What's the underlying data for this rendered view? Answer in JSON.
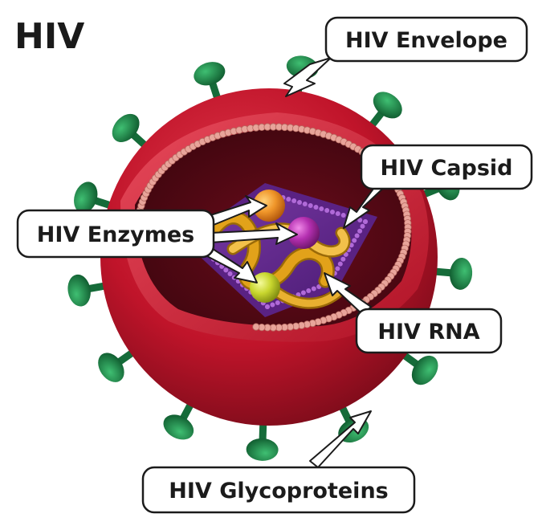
{
  "title": "HIV",
  "labels": {
    "envelope": "HIV Envelope",
    "capsid": "HIV Capsid",
    "enzymes": "HIV Enzymes",
    "rna": "HIV RNA",
    "glycoproteins": "HIV Glycoproteins"
  },
  "colors": {
    "envelope_red": "#c0142a",
    "envelope_dark": "#6e0a17",
    "glycoprotein_green": "#1f8a4c",
    "membrane_pink": "#e8a49a",
    "capsid_purple": "#8b3fae",
    "rna_gold": "#e2a21a",
    "enzyme_orange": "#f0962a",
    "enzyme_magenta": "#b42fb0",
    "enzyme_yellow_green": "#c8d62e"
  }
}
